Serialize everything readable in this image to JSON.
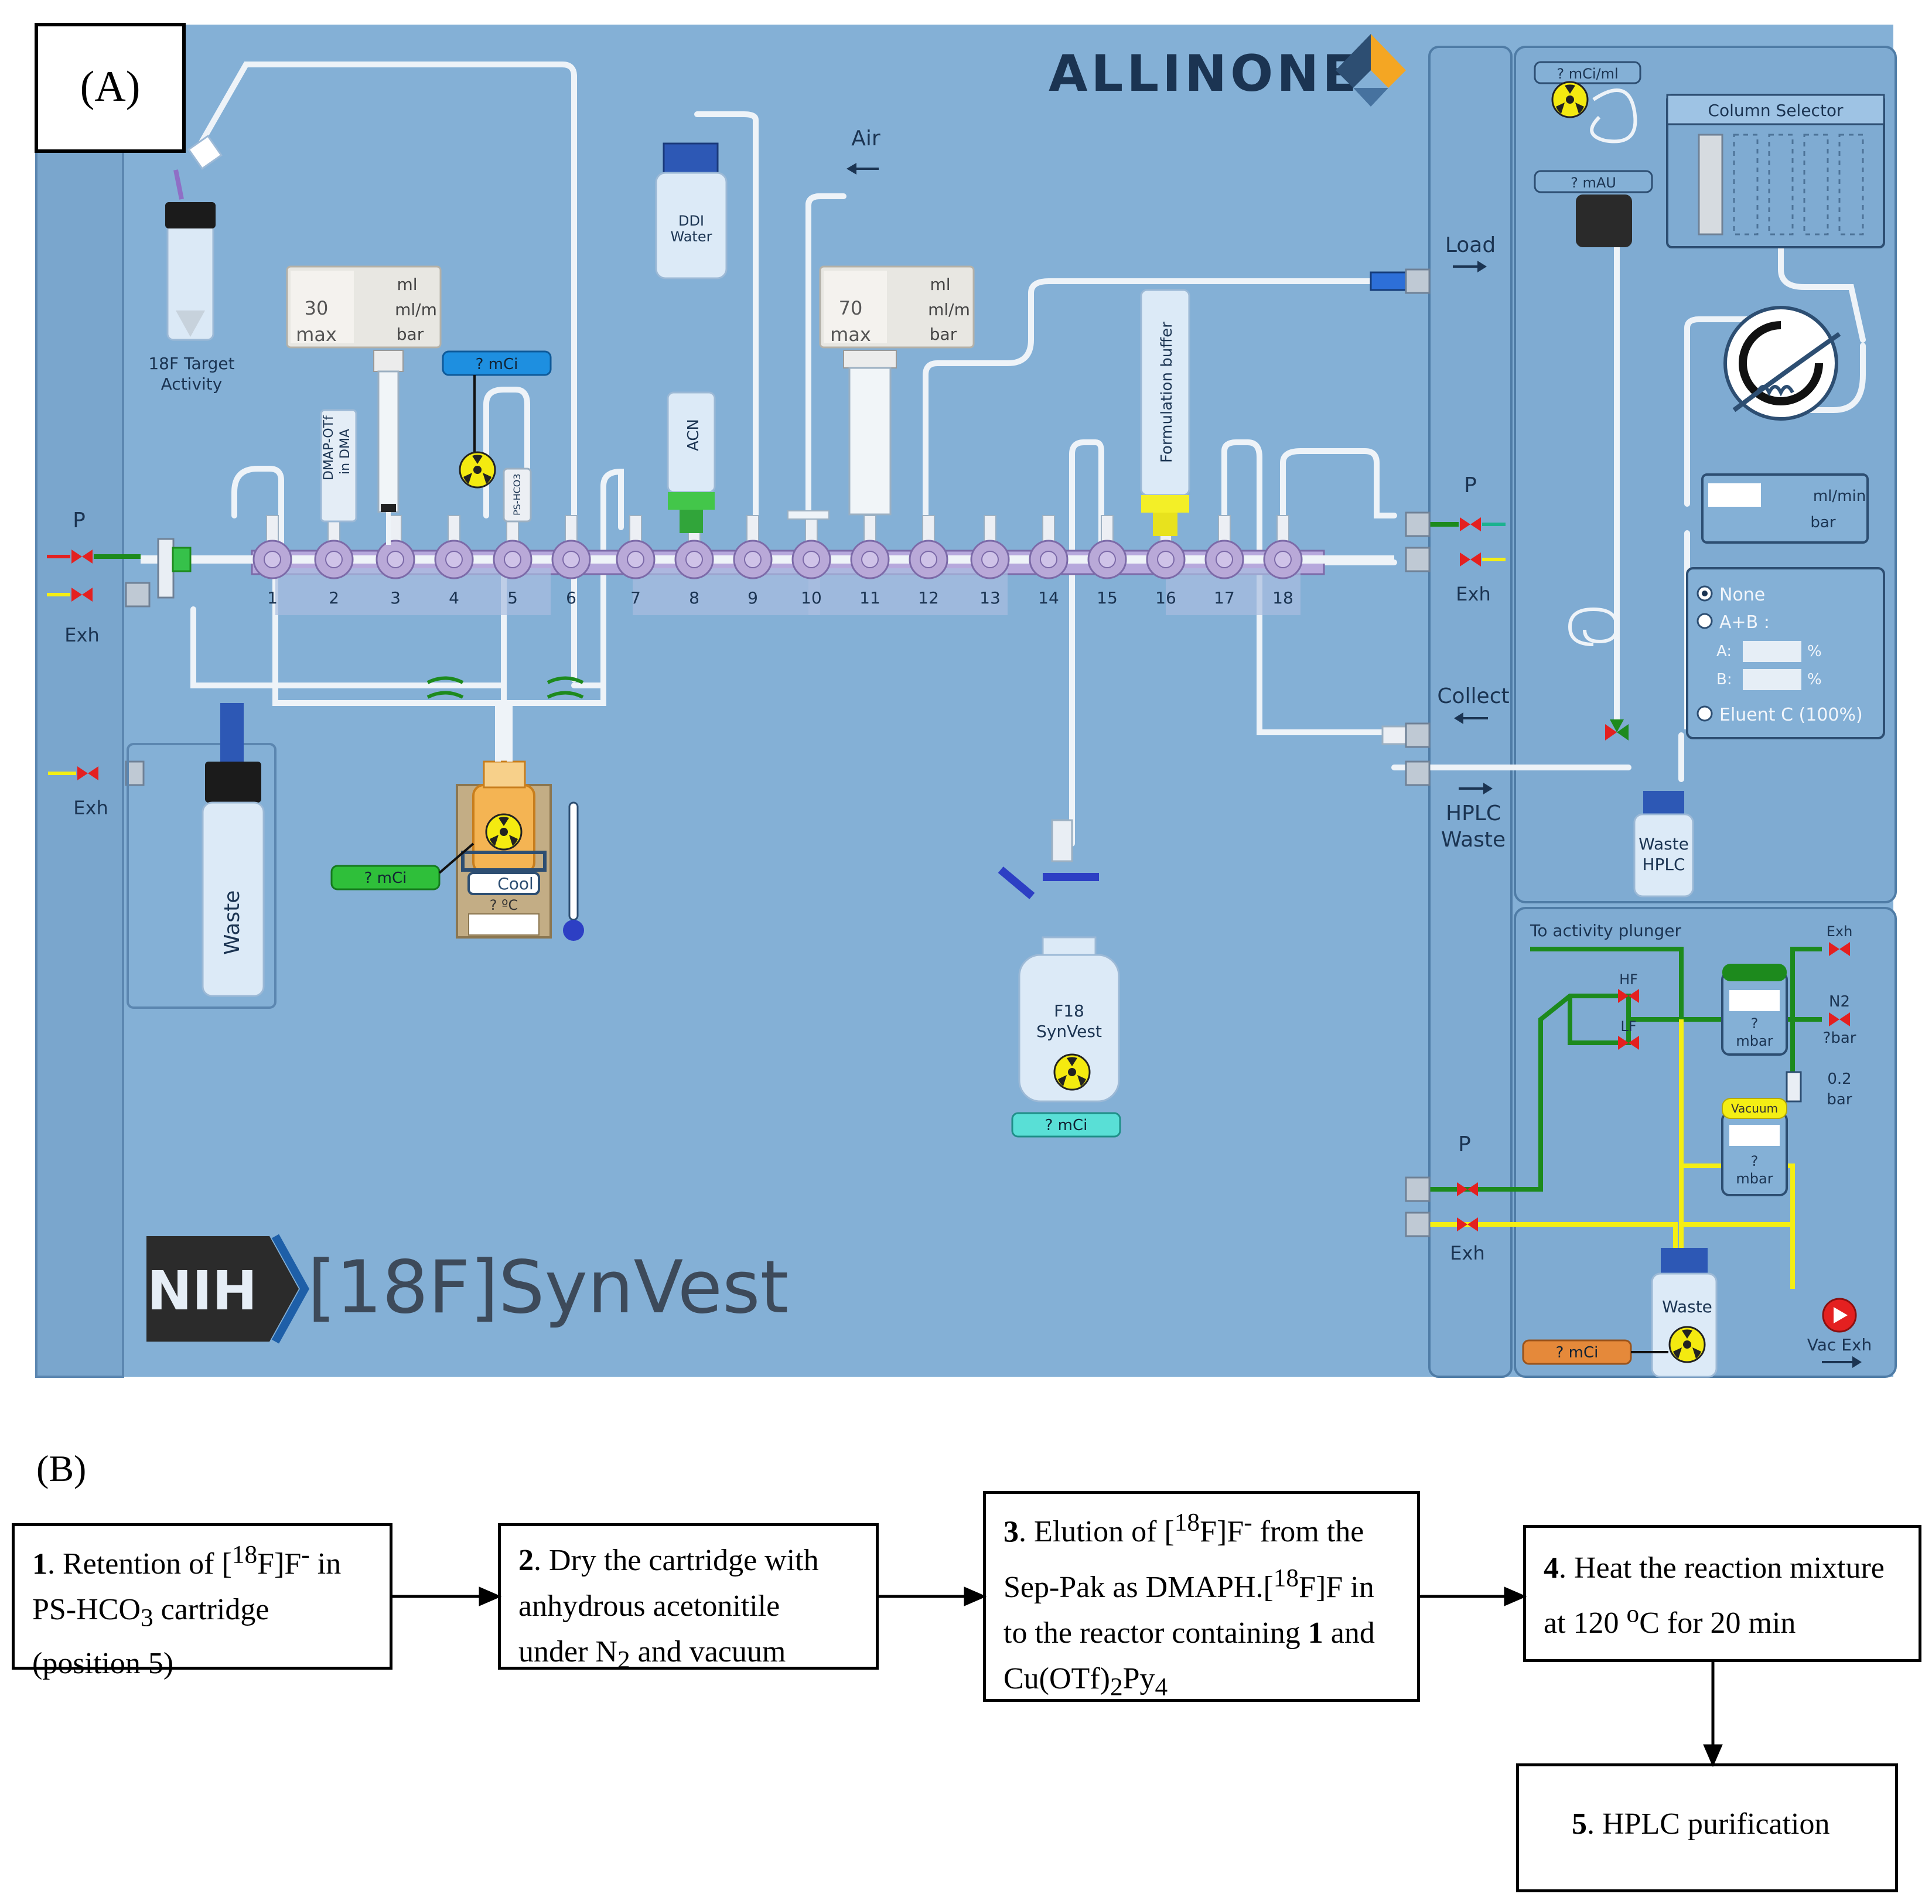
{
  "panel_a": {
    "label": "(A)",
    "brand": "ALLINONE",
    "footer_logo": "NIH",
    "footer_title": "[18F]SynVest",
    "target": {
      "line1": "18F Target",
      "line2": "Activity"
    },
    "syringe1": {
      "val1": "30",
      "val2": "max",
      "u1": "ml",
      "u2": "ml/m",
      "u3": "bar"
    },
    "syringe2": {
      "val1": "70",
      "val2": "max",
      "u1": "ml",
      "u2": "ml/m",
      "u3": "bar"
    },
    "reagent_dmap": {
      "line1": "DMAP-OTf",
      "line2": "in DMA"
    },
    "cartridge5": "PS-HCO3",
    "activity_blue": "? mCi",
    "activity_green": "? mCi",
    "activity_cyan": "? mCi",
    "activity_orange": "? mCi",
    "hplc_activity": "? mCi/ml",
    "uv": "? mAU",
    "ddi": {
      "line1": "DDI",
      "line2": "Water"
    },
    "air": "Air",
    "acn": "ACN",
    "formulation": "Formulation buffer",
    "waste_left": "Waste",
    "reactor_cool": "Cool",
    "reactor_temp": "? ºC",
    "vial": {
      "line1": "F18",
      "line2": "SynVest"
    },
    "p": "P",
    "exh": "Exh",
    "load": "Load",
    "collect": "Collect",
    "hplc_waste": {
      "line1": "HPLC",
      "line2": "Waste"
    },
    "waste_hplc": {
      "line1": "Waste",
      "line2": "HPLC"
    },
    "column_selector": "Column Selector",
    "pump_units": {
      "u1": "ml/min",
      "u2": "bar"
    },
    "solvent": {
      "opt1": "None",
      "opt2": "A+B :",
      "a": "A:",
      "b": "B:",
      "pct": "%",
      "opt3": "Eluent C (100%)"
    },
    "plunger": "To activity plunger",
    "hf": "HF",
    "lf": "LF",
    "n2": "N2",
    "n2bar": "?bar",
    "mbar_q": "?",
    "mbar": "mbar",
    "vacuum": "Vacuum",
    "bar02": {
      "line1": "0.2",
      "line2": "bar"
    },
    "waste_bottom": "Waste",
    "vac_exh": "Vac Exh",
    "positions": [
      "1",
      "2",
      "3",
      "4",
      "5",
      "6",
      "7",
      "8",
      "9",
      "10",
      "11",
      "12",
      "13",
      "14",
      "15",
      "16",
      "17",
      "18"
    ]
  },
  "panel_b": {
    "label": "(B)",
    "steps": [
      {
        "num": "1",
        "html": ". Retention of [<sup>18</sup>F]F<sup>-</sup> in<br>PS-HCO<sub>3</sub> cartridge<br>(position 5)"
      },
      {
        "num": "2",
        "html": ". Dry the cartridge with<br>anhydrous acetonitile<br>under N<sub>2</sub> and vacuum"
      },
      {
        "num": "3",
        "html": ". Elution of [<sup>18</sup>F]F<sup>-</sup> from the<br>Sep-Pak as DMAPH.[<sup>18</sup>F]F in<br>to the reactor containing <b>1</b> and<br>Cu(OTf)<sub>2</sub>Py<sub>4</sub>"
      },
      {
        "num": "4",
        "html": ". Heat the reaction mixture<br>at 120 <sup>o</sup>C for 20 min"
      },
      {
        "num": "5",
        "html": ". HPLC purification"
      }
    ]
  },
  "colors": {
    "panel_bg": "#84b0d6",
    "tube": "#eef3f8",
    "green_line": "#1d8a1d",
    "yellow_line": "#f4ee14",
    "valve_red": "#e42020",
    "text_dark": "#1b3452"
  }
}
